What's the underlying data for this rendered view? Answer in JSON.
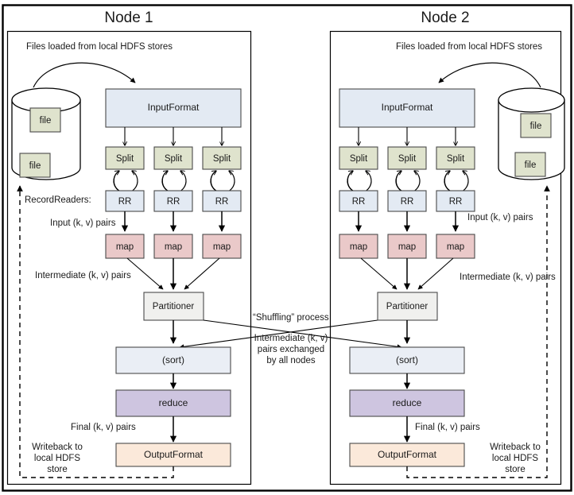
{
  "diagram": {
    "title": "Hadoop MapReduce data flow across two nodes",
    "colors": {
      "input_format_fill": "#e3eaf3",
      "split_fill": "#dfe3cd",
      "rr_fill": "#e3eaf3",
      "map_fill": "#eac9c9",
      "partitioner_fill": "#f0f0ee",
      "sort_fill": "#eaeef5",
      "reduce_fill": "#cec5e0",
      "output_format_fill": "#fbe9da",
      "file_fill": "#dfe3cd",
      "cylinder_fill": "#ffffff",
      "stroke": "#4a4a4a",
      "arrow": "#000000"
    },
    "nodes": [
      {
        "id": "node1",
        "title": "Node 1",
        "hdfs_caption": "Files loaded from local HDFS stores",
        "storage": {
          "name": "hdfs-cylinder",
          "files": [
            "file",
            "file"
          ]
        },
        "input_format": "InputFormat",
        "splits": [
          "Split",
          "Split",
          "Split"
        ],
        "record_readers": [
          "RR",
          "RR",
          "RR"
        ],
        "maps": [
          "map",
          "map",
          "map"
        ],
        "partitioner": "Partitioner",
        "sort": "(sort)",
        "reduce": "reduce",
        "output_format": "OutputFormat",
        "labels": {
          "record_readers": "RecordReaders:",
          "input_pairs": "Input (k, v) pairs",
          "intermediate_pairs": "Intermediate (k, v) pairs",
          "final_pairs": "Final (k, v) pairs",
          "writeback_line1": "Writeback to",
          "writeback_line2": "local HDFS",
          "writeback_line3": "store"
        }
      },
      {
        "id": "node2",
        "title": "Node 2",
        "hdfs_caption": "Files loaded from local HDFS stores",
        "storage": {
          "name": "hdfs-cylinder",
          "files": [
            "file",
            "file"
          ]
        },
        "input_format": "InputFormat",
        "splits": [
          "Split",
          "Split",
          "Split"
        ],
        "record_readers": [
          "RR",
          "RR",
          "RR"
        ],
        "maps": [
          "map",
          "map",
          "map"
        ],
        "partitioner": "Partitioner",
        "sort": "(sort)",
        "reduce": "reduce",
        "output_format": "OutputFormat",
        "labels": {
          "input_pairs": "Input (k, v) pairs",
          "intermediate_pairs": "Intermediate (k, v) pairs",
          "final_pairs": "Final (k, v) pairs",
          "writeback_line1": "Writeback to",
          "writeback_line2": "local HDFS",
          "writeback_line3": "store"
        }
      }
    ],
    "shuffle": {
      "process_label": "“Shuffling” process",
      "detail_line1": "Intermediate (k, v)",
      "detail_line2": "pairs exchanged",
      "detail_line3": "by all nodes"
    }
  }
}
